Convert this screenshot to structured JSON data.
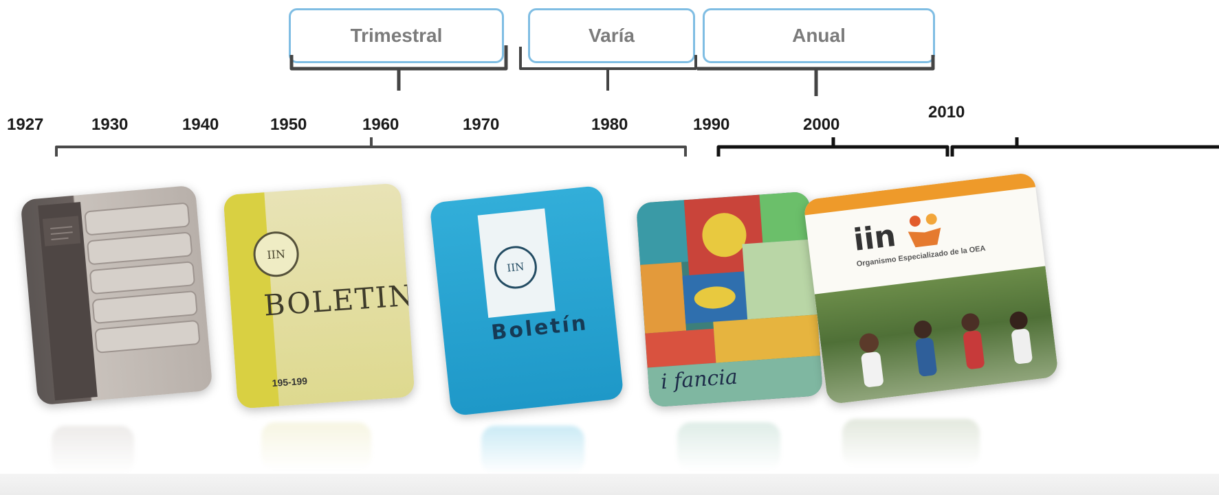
{
  "frequencies": [
    {
      "label": "Trimestral"
    },
    {
      "label": "Varía"
    },
    {
      "label": "Anual"
    }
  ],
  "years": [
    "1927",
    "1930",
    "1940",
    "1950",
    "1960",
    "1970",
    "1980",
    "1990",
    "2000",
    "2010"
  ],
  "covers": [
    {
      "name": "bound-volumes",
      "text": ""
    },
    {
      "name": "boletin-yellow",
      "title": "BOLETIN",
      "seal": "IIN",
      "footer": "195-199"
    },
    {
      "name": "boletin-blue",
      "title": "Boletín",
      "seal": "IIN"
    },
    {
      "name": "infancia",
      "title": "i  fancia"
    },
    {
      "name": "iin-oea",
      "logo": "iin",
      "org_text": "Organismo Especializado de la OEA"
    }
  ],
  "colors": {
    "box_border": "#7fbde3",
    "box_text": "#7b7b7b",
    "bracket": "#333333"
  }
}
